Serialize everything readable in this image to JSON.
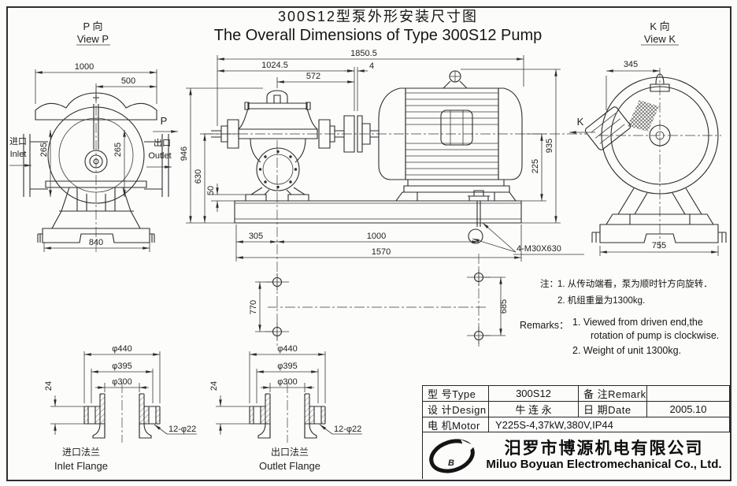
{
  "title": {
    "zh": "300S12型泵外形安装尺寸图",
    "en": "The Overall Dimensions of Type 300S12 Pump"
  },
  "view_p": {
    "label_zh": "P 向",
    "label_en": "View P",
    "dim_width": "1000",
    "dim_half_width": "500",
    "dim_inlet_height": "265",
    "dim_outlet_height": "265",
    "dim_base": "840",
    "inlet_zh": "进口",
    "inlet_en": "Inlet",
    "outlet_zh": "出口",
    "outlet_en": "Outlet",
    "direction_label": "P"
  },
  "main": {
    "dim_total": "1850.5",
    "dim_1024": "1024.5",
    "dim_572": "572",
    "dim_gap": "4",
    "dim_946": "946",
    "dim_630": "630",
    "dim_50": "50",
    "dim_305": "305",
    "dim_1000": "1000",
    "dim_1570": "1570",
    "dim_225": "225",
    "dim_935": "935",
    "anchor_bolt": "4-M30X630",
    "direction_label": "K"
  },
  "view_k": {
    "label_zh": "K 向",
    "label_en": "View K",
    "dim_345": "345",
    "dim_755": "755"
  },
  "plan": {
    "dim_770": "770",
    "dim_685": "685"
  },
  "notes": {
    "zh_label": "注：",
    "zh1": "1. 从传动端看，泵为顺时针方向旋转．",
    "zh2": "2. 机组重量为1300kg.",
    "en_label": "Remarks：",
    "en1": "1. Viewed from driven end,the",
    "en1b": "rotation of pump is clockwise.",
    "en2": "2. Weight of unit 1300kg."
  },
  "flange_inlet": {
    "d440": "φ440",
    "d395": "φ395",
    "d300": "φ300",
    "t24": "24",
    "holes": "12-φ22",
    "label_zh": "进口法兰",
    "label_en": "Inlet Flange"
  },
  "flange_outlet": {
    "d440": "φ440",
    "d395": "φ395",
    "d300": "φ300",
    "t24": "24",
    "holes": "12-φ22",
    "label_zh": "出口法兰",
    "label_en": "Outlet Flange"
  },
  "table": {
    "type_label": "型 号Type",
    "type_value": "300S12",
    "remarks_label": "备 注Remarks",
    "remarks_value": "",
    "design_label": "设 计Design",
    "design_value": "牛 连 永",
    "date_label": "日 期Date",
    "date_value": "2005.10",
    "motor_label": "电 机Motor",
    "motor_value": "Y225S-4,37kW,380V,IP44"
  },
  "company": {
    "logo_letter": "B",
    "zh": "汨罗市博源机电有限公司",
    "en": "Miluo Boyuan Electromechanical Co., Ltd."
  }
}
